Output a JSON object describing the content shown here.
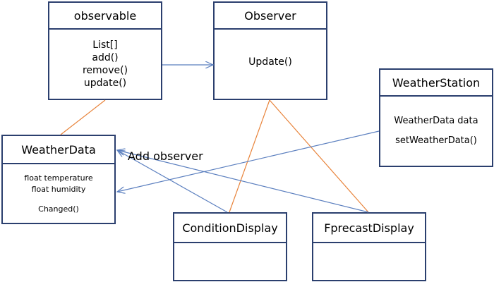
{
  "classes": {
    "observable": {
      "title": "observable",
      "members": [
        "List[]",
        "add()",
        "remove()",
        "update()"
      ]
    },
    "observer": {
      "title": "Observer",
      "members": [
        "Update()"
      ]
    },
    "weather_station": {
      "title": "WeatherStation",
      "members": [
        "WeatherData data",
        "setWeatherData()"
      ]
    },
    "weather_data": {
      "title": "WeatherData",
      "members": [
        "float temperature",
        "float humidity",
        "Changed()"
      ]
    },
    "condition_display": {
      "title": "ConditionDisplay",
      "members": []
    },
    "forecast_display": {
      "title": "FprecastDisplay",
      "members": []
    }
  },
  "labels": {
    "add_observer": "Add observer"
  },
  "colors": {
    "box_border": "#2b3f6e",
    "blue_edge": "#5b7fbf",
    "orange_edge": "#e8833a"
  }
}
